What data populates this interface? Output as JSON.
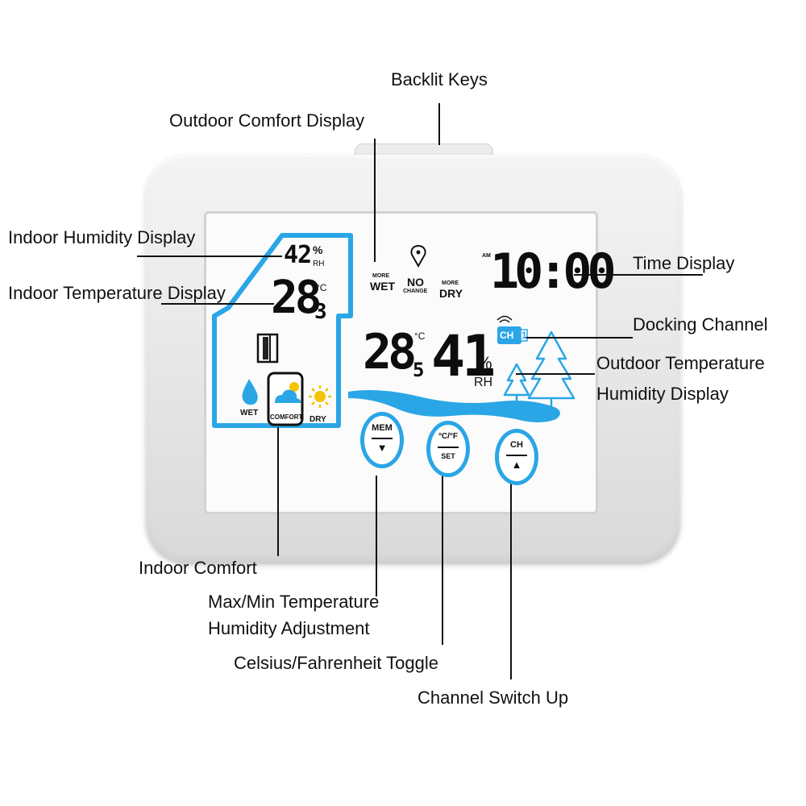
{
  "callouts": {
    "backlit_keys": "Backlit Keys",
    "outdoor_comfort_display": "Outdoor Comfort Display",
    "indoor_humidity_display": "Indoor Humidity Display",
    "indoor_temperature_display": "Indoor Temperature Display",
    "time_display": "Time Display",
    "docking_channel": "Docking Channel",
    "outdoor_temperature": "Outdoor Temperature",
    "humidity_display": "Humidity Display",
    "indoor_comfort": "Indoor Comfort",
    "max_min_temperature": "Max/Min Temperature",
    "humidity_adjustment": "Humidity Adjustment",
    "celsius_fahrenheit_toggle": "Celsius/Fahrenheit Toggle",
    "channel_switch_up": "Channel Switch Up"
  },
  "screen": {
    "indoor_humidity": "42",
    "indoor_humidity_unit": "%",
    "indoor_humidity_rh": "RH",
    "indoor_temp_main": "28",
    "indoor_temp_decimal": "3",
    "indoor_temp_unit": "°C",
    "outdoor_temp_main": "28",
    "outdoor_temp_decimal": "5",
    "outdoor_temp_unit": "°C",
    "outdoor_humidity": "41",
    "outdoor_humidity_unit": "%",
    "outdoor_humidity_rh": "RH",
    "time": "10:00",
    "time_am": "AM",
    "channel_label": "CH",
    "channel_number": "1",
    "more_wet_more": "MORE",
    "more_wet_wet": "WET",
    "no_change_no": "NO",
    "no_change_change": "CHANGE",
    "more_dry_more": "MORE",
    "more_dry_dry": "DRY",
    "wet_label": "WET",
    "comfort_label": "COMFORT",
    "dry_label": "DRY"
  },
  "buttons": {
    "mem_top": "MEM",
    "mem_bottom": "▼",
    "unit_top": "°C/°F",
    "unit_bottom": "SET",
    "ch_top": "CH",
    "ch_bottom": "▲"
  },
  "colors": {
    "accent_blue": "#2aa6e6",
    "sun_yellow": "#f5c400",
    "callout_line": "#111111"
  }
}
